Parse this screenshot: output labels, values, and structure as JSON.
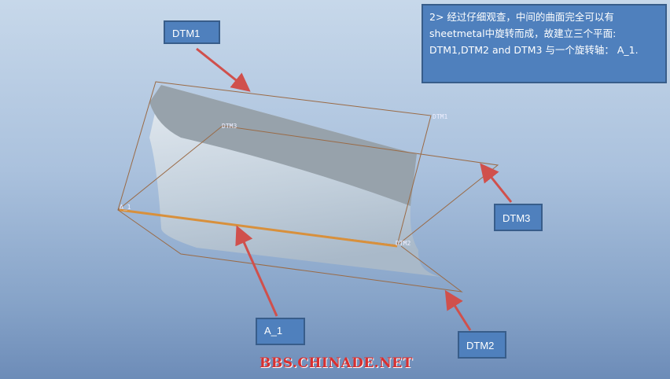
{
  "note": {
    "lines": [
      "2> 经过仔细观查，中间的曲面完全可以有",
      "sheetmetal中旋转而成，故建立三个平面:",
      "DTM1,DTM2 and DTM3 与一个旋转轴： A_1."
    ]
  },
  "callouts": {
    "dtm1": "DTM1",
    "dtm2": "DTM2",
    "dtm3": "DTM3",
    "a1": "A_1"
  },
  "model_labels": {
    "dtm1": "DTM1",
    "dtm2": "DTM2",
    "dtm3": "DTM3",
    "a1": "A_1"
  },
  "watermark": "BBS.CHINADE.NET",
  "colors": {
    "callout": "#4f80bd",
    "arrow": "#d0504c",
    "datum": "#9a6a45",
    "axis": "#d8903c"
  }
}
